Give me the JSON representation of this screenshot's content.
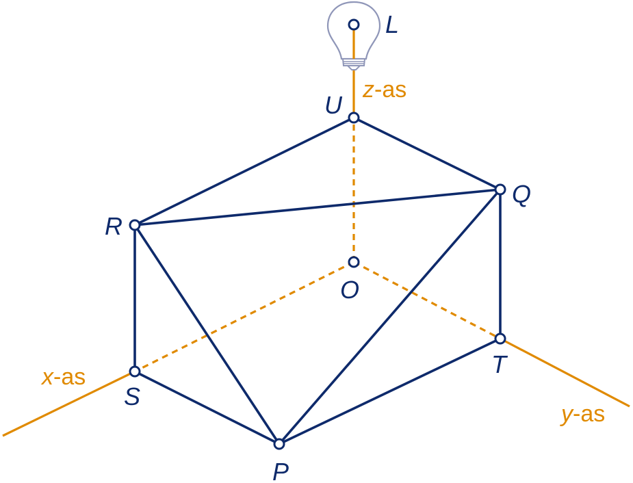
{
  "points": {
    "L": "L",
    "U": "U",
    "Q": "Q",
    "R": "R",
    "O": "O",
    "S": "S",
    "T": "T",
    "P": "P"
  },
  "axes": {
    "x": {
      "var": "x",
      "suffix": "-as"
    },
    "y": {
      "var": "y",
      "suffix": "-as"
    },
    "z": {
      "var": "z",
      "suffix": "-as"
    }
  },
  "colors": {
    "axis": "#E08A00",
    "edges": "#0E2A6B",
    "bulb": "#8F96B8"
  },
  "icons": [
    "light-bulb-icon"
  ]
}
